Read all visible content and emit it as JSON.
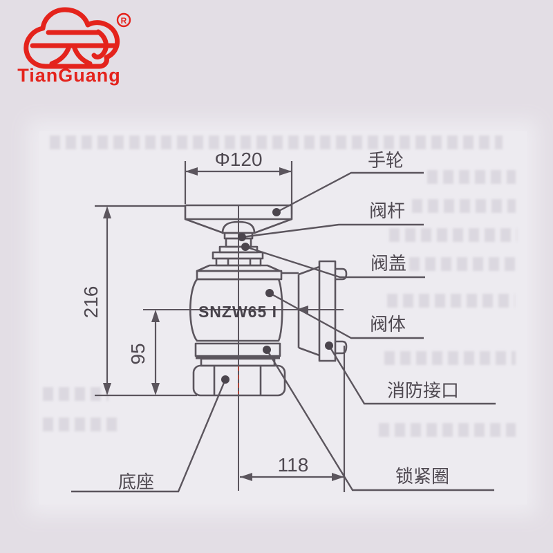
{
  "brand": {
    "name": "TianGuang",
    "registered_mark": "R",
    "logo_color": "#e4231c"
  },
  "diagram": {
    "model_text": "SNZW65 I",
    "dimensions": {
      "handwheel_diameter": "Φ120",
      "total_height": "216",
      "lower_height": "95",
      "outlet_offset": "118"
    },
    "labels": {
      "handwheel": "手轮",
      "valve_stem": "阀杆",
      "valve_cover": "阀盖",
      "valve_body": "阀体",
      "fire_connection": "消防接口",
      "lock_ring": "锁紧圈",
      "base": "底座"
    },
    "line_color": "#5b555d",
    "text_color": "#4f4951"
  }
}
